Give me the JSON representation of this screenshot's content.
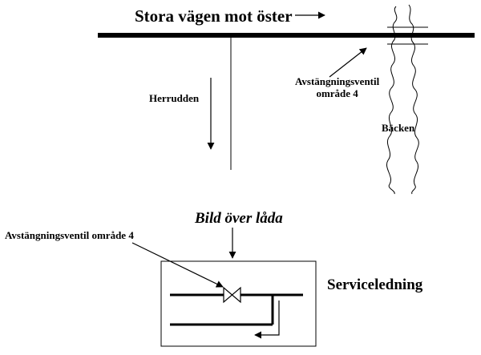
{
  "labels": {
    "road": "Stora vägen mot öster",
    "side_road": "Herrudden",
    "valve_area_line1": "Avstängningsventil",
    "valve_area_line2": "område 4",
    "creek": "Bäcken",
    "box_caption": "Bild över låda",
    "valve_box": "Avstängningsventil område 4",
    "service_line": "Serviceledning"
  }
}
